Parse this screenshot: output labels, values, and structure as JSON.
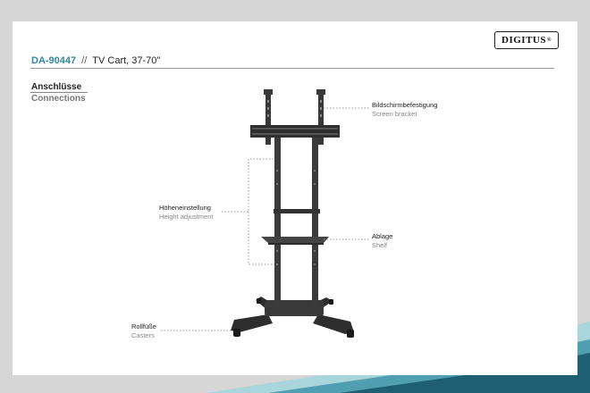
{
  "brand": {
    "logo_text": "DIGITUS",
    "logo_mark": "®"
  },
  "header": {
    "code": "DA-90447",
    "separator": "//",
    "product": "TV Cart, 37-70\""
  },
  "section": {
    "title_de": "Anschlüsse",
    "title_en": "Connections"
  },
  "callouts": [
    {
      "de": "Bildschirmbefestigung",
      "en": "Screen bracket"
    },
    {
      "de": "Höheneinstellung",
      "en": "Height adjustment"
    },
    {
      "de": "Ablage",
      "en": "Shelf"
    },
    {
      "de": "Rollfüße",
      "en": "Casters"
    }
  ],
  "colors": {
    "accent": "#2d8aa0",
    "band_dark": "#1f5f73",
    "band_light": "#a9d6dc"
  }
}
